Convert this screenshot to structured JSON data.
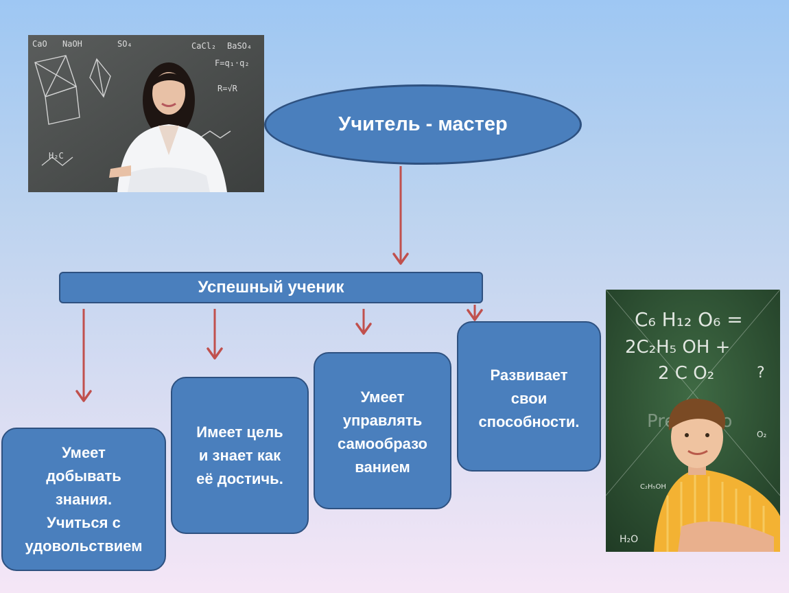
{
  "diagram": {
    "top_node": "Учитель - мастер",
    "middle_node": "Успешный ученик",
    "leaf_nodes": [
      "Умеет\nдобывать\nзнания.\nУчиться с\nудовольствием",
      "Имеет цель\nи знает как\nеё достичь.",
      "Умеет\nуправлять\nсамообразо\nванием",
      "Развивает\nсвои\nспособности."
    ]
  },
  "photos": {
    "teacher_board_text": [
      "CaO",
      "NaOH",
      "SO₄",
      "CaCl₂",
      "BaSO₄",
      "F=q₁·q₂",
      "R=√R",
      "H₂C"
    ],
    "student_board_text": [
      "C₆ H₁₂ O₆ =",
      "2C₂H₅ OH +",
      "2 C O₂",
      "?",
      "O₂",
      "C₂H₅OH",
      "H₂O"
    ],
    "watermark": "PressFoto"
  },
  "colors": {
    "node_fill": "#4a7fbd",
    "node_border": "#2e5180",
    "arrow": "#c0504d"
  }
}
